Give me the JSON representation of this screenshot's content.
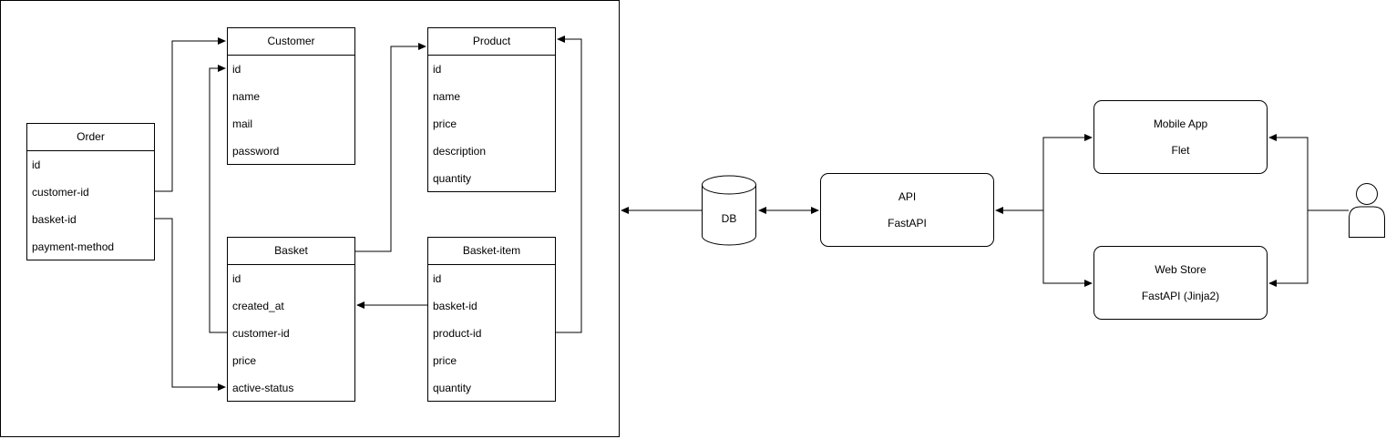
{
  "entities": {
    "order": {
      "title": "Order",
      "fields": [
        "id",
        "customer-id",
        "basket-id",
        "payment-method"
      ]
    },
    "customer": {
      "title": "Customer",
      "fields": [
        "id",
        "name",
        "mail",
        "password"
      ]
    },
    "product": {
      "title": "Product",
      "fields": [
        "id",
        "name",
        "price",
        "description",
        "quantity"
      ]
    },
    "basket": {
      "title": "Basket",
      "fields": [
        "id",
        "created_at",
        "customer-id",
        "price",
        "active-status"
      ]
    },
    "basket_item": {
      "title": "Basket-item",
      "fields": [
        "id",
        "basket-id",
        "product-id",
        "price",
        "quantity"
      ]
    }
  },
  "architecture": {
    "db": {
      "label": "DB"
    },
    "api": {
      "title": "API",
      "subtitle": "FastAPI"
    },
    "mobile": {
      "title": "Mobile App",
      "subtitle": "Flet"
    },
    "web": {
      "title": "Web Store",
      "subtitle": "FastAPI (Jinja2)"
    },
    "user": {
      "icon": "user-icon"
    }
  }
}
